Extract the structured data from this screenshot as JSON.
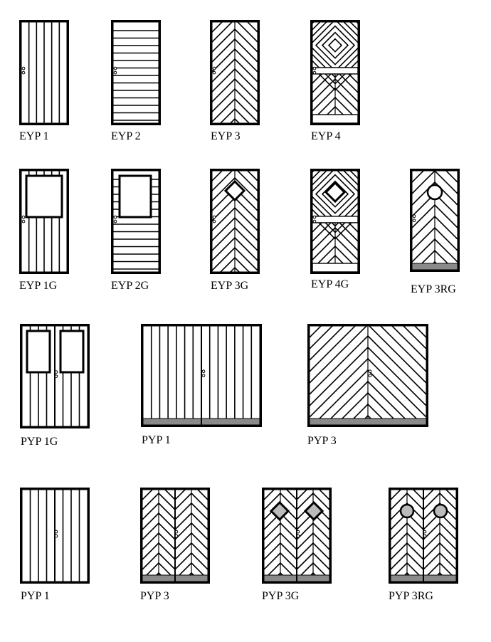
{
  "labels": {
    "eyp1": "EYP 1",
    "eyp2": "EYP 2",
    "eyp3": "EYP 3",
    "eyp4": "EYP 4",
    "eyp1g": "EYP 1G",
    "eyp2g": "EYP 2G",
    "eyp3g": "EYP 3G",
    "eyp4g": "EYP 4G",
    "eyp3rg": "EYP 3RG",
    "pyp1g": "PYP 1G",
    "pyp1_wide": "PYP 1",
    "pyp3_wide": "PYP 3",
    "pyp1": "PYP 1",
    "pyp3": "PYP 3",
    "pyp3g": "PYP 3G",
    "pyp3rg": "PYP 3RG"
  },
  "colors": {
    "line": "#000000",
    "kickplate": "#8a8a8a",
    "handle": "#999999"
  }
}
